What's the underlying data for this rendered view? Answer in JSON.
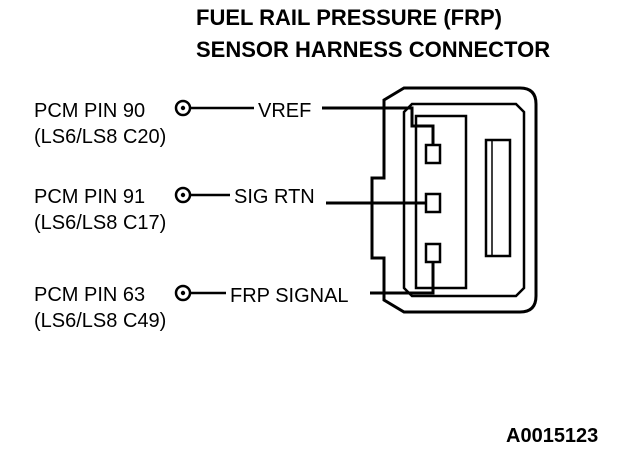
{
  "title": {
    "line1": "FUEL RAIL PRESSURE (FRP)",
    "line2": "SENSOR HARNESS CONNECTOR"
  },
  "pins": [
    {
      "pcm_pin": "PCM PIN 90",
      "alt_pin": "(LS6/LS8 C20)",
      "signal": "VREF"
    },
    {
      "pcm_pin": "PCM PIN 91",
      "alt_pin": "(LS6/LS8 C17)",
      "signal": "SIG RTN"
    },
    {
      "pcm_pin": "PCM PIN 63",
      "alt_pin": "(LS6/LS8 C49)",
      "signal": "FRP SIGNAL"
    }
  ],
  "figure_code": "A0015123"
}
